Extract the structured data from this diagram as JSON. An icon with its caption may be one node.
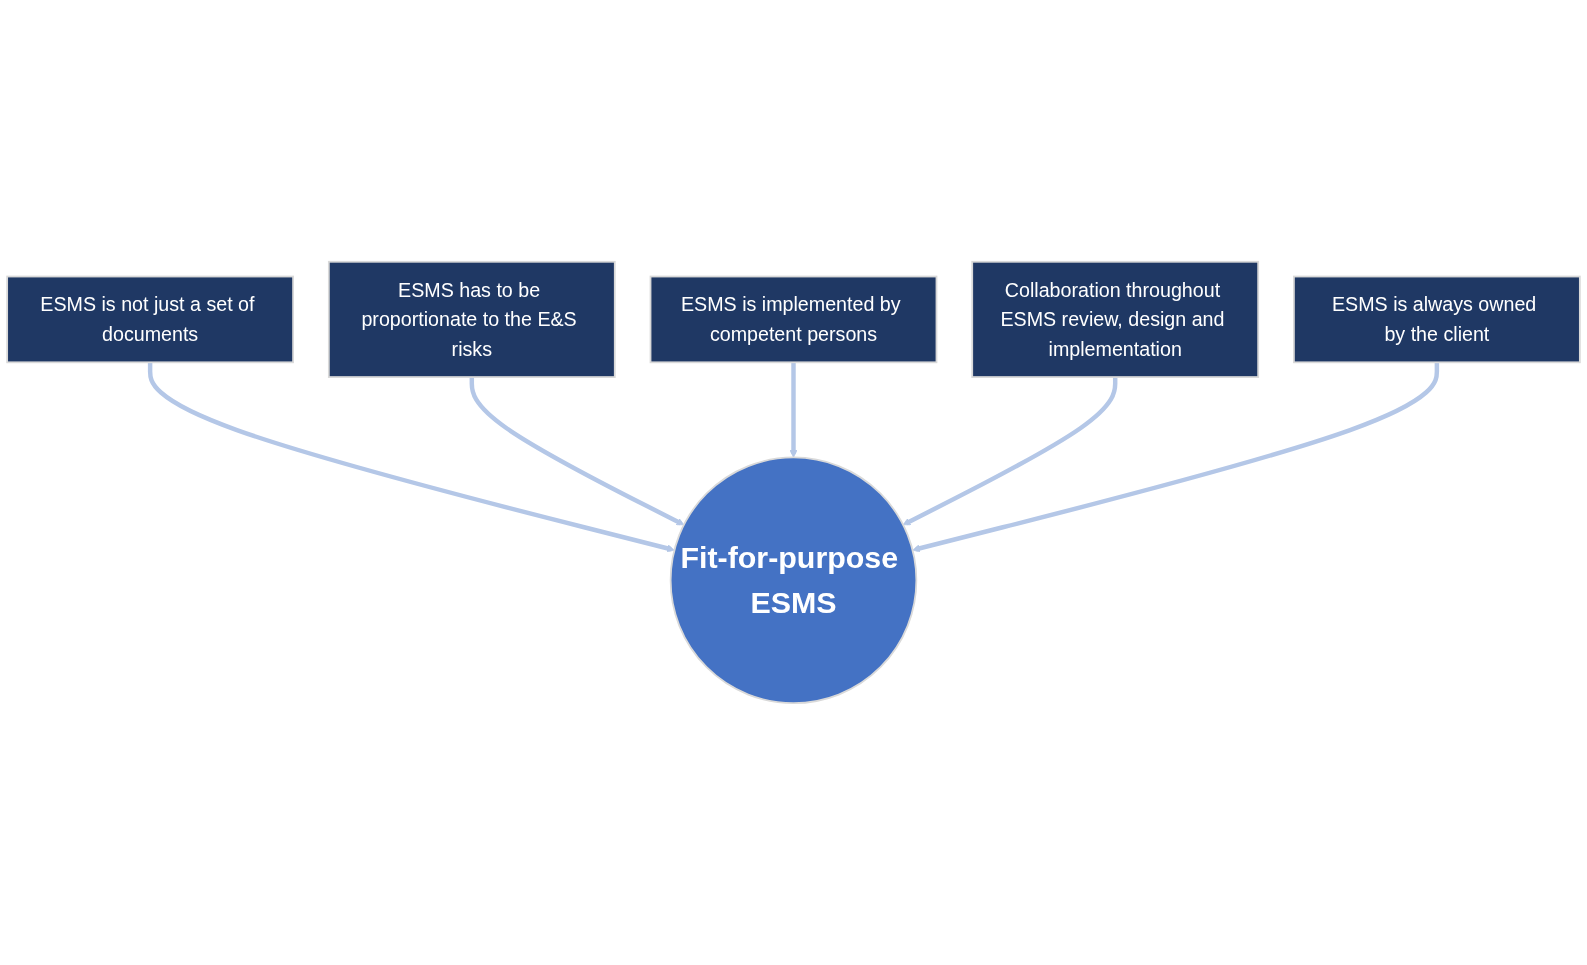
{
  "diagram": {
    "nodes": [
      {
        "text": [
          "ESMS is not just a set of documents"
        ]
      },
      {
        "text": [
          "ESMS has to be proportionate to the E&S risks"
        ]
      },
      {
        "text": [
          "ESMS is implemented by competent persons"
        ]
      },
      {
        "text": [
          "Collaboration throughout ESMS review, design and implementation"
        ]
      },
      {
        "text": [
          "Fit-for-purpose ESMS"
        ]
      },
      {
        "text": [
          "ESMS is always owned by the client"
        ]
      }
    ],
    "edges": [
      {
        "from": 0,
        "to": 4,
        "arrow": "to"
      },
      {
        "from": 1,
        "to": 4,
        "arrow": "to"
      },
      {
        "from": 2,
        "to": 4,
        "arrow": "to"
      },
      {
        "from": 3,
        "to": 4,
        "arrow": "to"
      },
      {
        "from": 5,
        "to": 4,
        "arrow": "to"
      }
    ]
  }
}
